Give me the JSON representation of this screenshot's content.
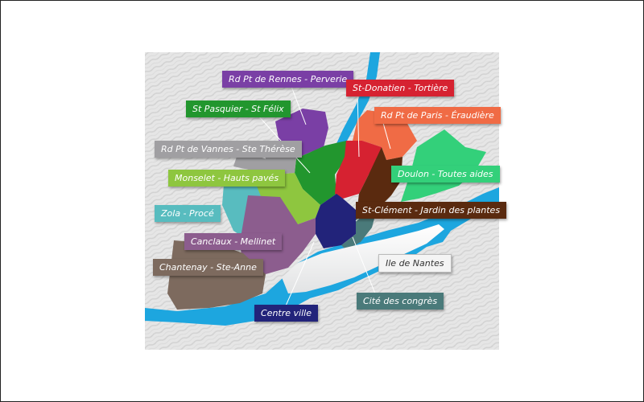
{
  "map": {
    "colors": {
      "river": "#1da6df",
      "island": "#f3f4f4",
      "background_hatch": "#d9d9d9"
    },
    "districts": [
      {
        "id": "rennes-perverie",
        "label": "Rd Pt de Rennes - Perverie",
        "color": "#7a3fa5"
      },
      {
        "id": "st-donatien",
        "label": "St-Donatien - Tortière",
        "color": "#d62231"
      },
      {
        "id": "st-pasquier",
        "label": "St Pasquier - St Félix",
        "color": "#22962e"
      },
      {
        "id": "paris-eraudiere",
        "label": "Rd Pt de Paris - Éraudière",
        "color": "#f06b45"
      },
      {
        "id": "vannes-therese",
        "label": "Rd Pt de Vannes - Ste Thérèse",
        "color": "#a09fa2"
      },
      {
        "id": "doulon",
        "label": "Doulon - Toutes aides",
        "color": "#33d07a"
      },
      {
        "id": "monselet",
        "label": "Monselet - Hauts pavés",
        "color": "#8ec63f"
      },
      {
        "id": "st-clement",
        "label": "St-Clément - Jardin des plantes",
        "color": "#5a2a0f"
      },
      {
        "id": "zola",
        "label": "Zola - Procé",
        "color": "#58bcbf"
      },
      {
        "id": "canclaux",
        "label": "Canclaux - Mellinet",
        "color": "#8c5d8e"
      },
      {
        "id": "ile-nantes",
        "label": "Ile de Nantes",
        "color": "#f4f4f4"
      },
      {
        "id": "chantenay",
        "label": "Chantenay - Ste-Anne",
        "color": "#7d6a5e"
      },
      {
        "id": "cite-congres",
        "label": "Cité des congrès",
        "color": "#4a7a7a"
      },
      {
        "id": "centre-ville",
        "label": "Centre ville",
        "color": "#22237a"
      }
    ]
  }
}
